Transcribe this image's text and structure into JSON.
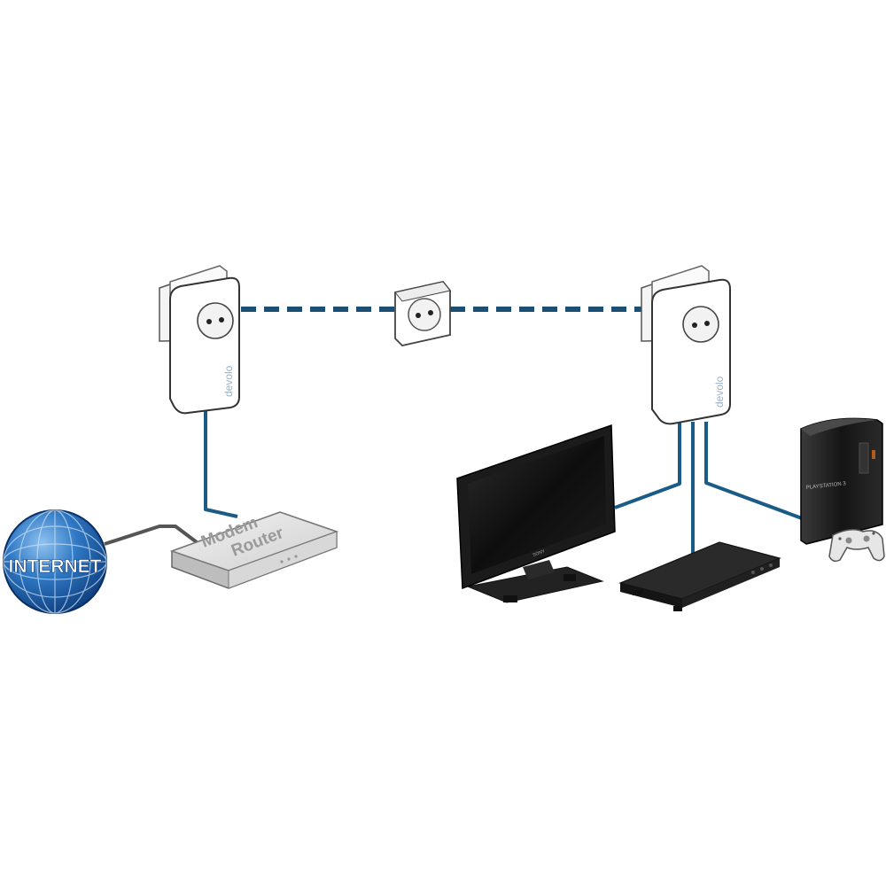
{
  "diagram": {
    "internet": {
      "label": "INTERNET"
    },
    "modem_router": {
      "line1": "Modem",
      "line2": "Router"
    },
    "adapters": {
      "brand": "devolo"
    },
    "tv": {
      "brand": "SONY"
    },
    "console": {
      "brand": "PLAYSTATION 3"
    }
  },
  "colors": {
    "cable_blue": "#1a5c85",
    "cable_grey": "#555555",
    "powerline_dash": "#1a4f73",
    "globe_blue": "#1d5fa8",
    "device_black": "#1b1b1b"
  }
}
